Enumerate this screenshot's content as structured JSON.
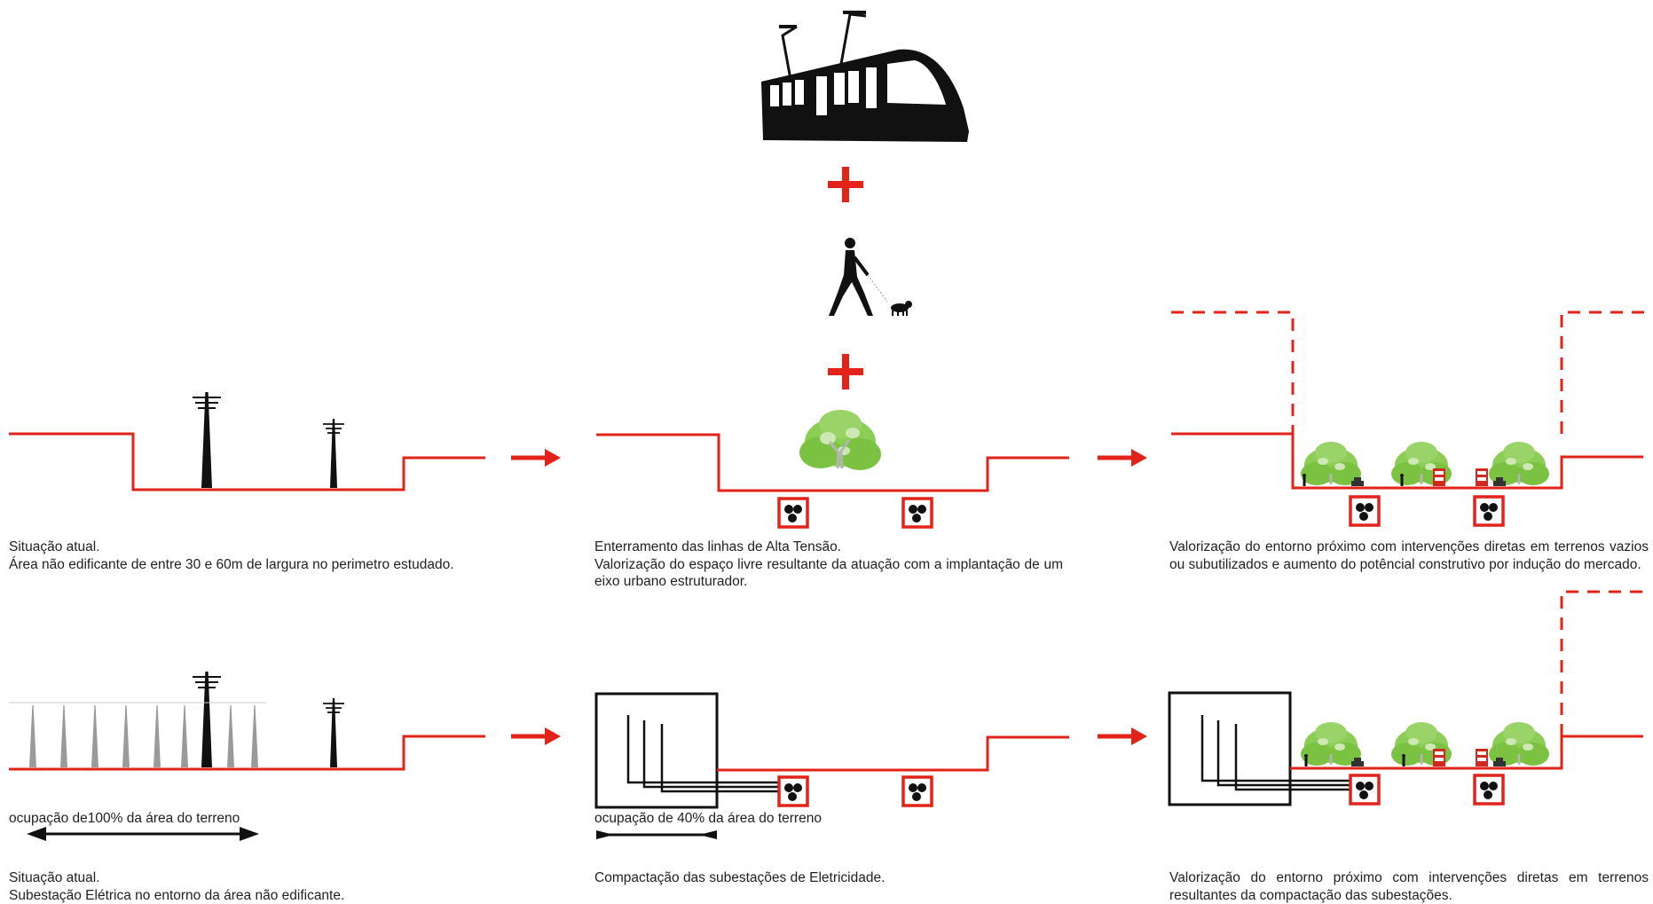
{
  "colors": {
    "accent": "#e2231a",
    "ink": "#111111",
    "tree": "#7cc242",
    "pylon_grey": "#9a9a9a"
  },
  "icons": [
    "tram-icon",
    "plus-icon",
    "pedestrian-with-dog-icon",
    "tree-icon",
    "power-pylon-icon",
    "underground-cable-icon",
    "arrow-right-icon",
    "substation-icon",
    "bus-icon",
    "car-icon"
  ],
  "captions": {
    "row1": {
      "current": [
        "Situação atual.",
        "Área não edificante de entre 30 e 60m de largura no perimetro estudado."
      ],
      "burial": [
        "Enterramento das linhas de Alta Tensão.",
        "Valorização do espaço livre resultante da atuação com a implantação de um  eixo urbano estruturador."
      ],
      "valuation": [
        "Valorização do entorno próximo com intervenções diretas em terrenos vazios ou subutilizados e  aumento do potêncial construtivo por indução do mercado."
      ]
    },
    "row2": {
      "current": [
        "Situação atual.",
        "Subestação Elétrica no entorno da área não edificante."
      ],
      "compaction": [
        "Compactação das subestações de Eletricidade."
      ],
      "valuation": [
        "Valorização do entorno próximo com intervenções diretas em terrenos resultantes da compactação das subestações."
      ]
    }
  },
  "annotations": {
    "occupation_100": "ocupação de100% da área do terreno",
    "occupation_40": "ocupação de 40% da área do terreno"
  }
}
